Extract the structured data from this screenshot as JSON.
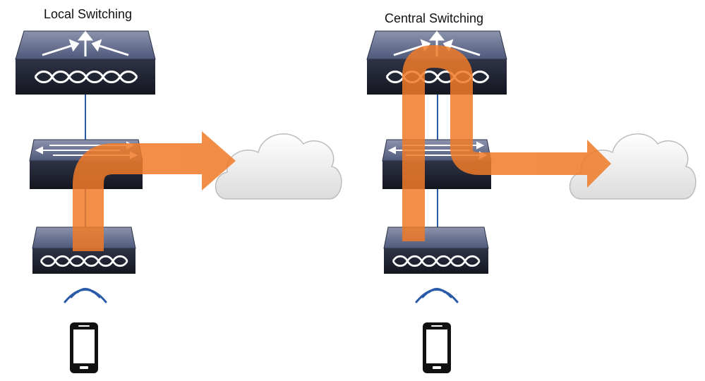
{
  "diagrams": [
    {
      "title": "Local Switching"
    },
    {
      "title": "Central Switching"
    }
  ],
  "colors": {
    "device_top": "#5a6580",
    "device_front": "#1f2233",
    "link": "#2a5aa8",
    "flow_arrow": "#f07a28",
    "cloud": "#f2f2f2",
    "wifi": "#2a5aa8",
    "phone": "#111111"
  },
  "icons": [
    "router-icon",
    "switch-icon",
    "access-point-icon",
    "cloud-icon",
    "wifi-signal-icon",
    "smartphone-icon",
    "traffic-flow-arrow"
  ]
}
